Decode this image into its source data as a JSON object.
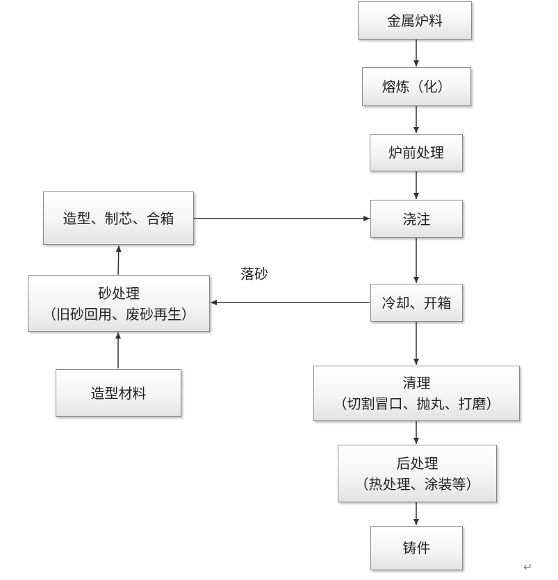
{
  "nodes": {
    "metal_charge": {
      "label": "金属炉料"
    },
    "melting": {
      "label": "熔炼（化）"
    },
    "pre_furnace": {
      "label": "炉前处理"
    },
    "pouring": {
      "label": "浇注"
    },
    "cooling": {
      "label": "冷却、开箱"
    },
    "cleaning": {
      "line1": "清理",
      "line2": "（切割冒口、抛丸、打磨）"
    },
    "post_processing": {
      "line1": "后处理",
      "line2": "（热处理、涂装等）"
    },
    "casting": {
      "label": "铸件"
    },
    "molding": {
      "label": "造型、制芯、合箱"
    },
    "sand_processing": {
      "line1": "砂处理",
      "line2": "（旧砂回用、废砂再生）"
    },
    "molding_material": {
      "label": "造型材料"
    }
  },
  "edge_labels": {
    "shakeout": "落砂"
  },
  "paragraph_mark": "↵"
}
